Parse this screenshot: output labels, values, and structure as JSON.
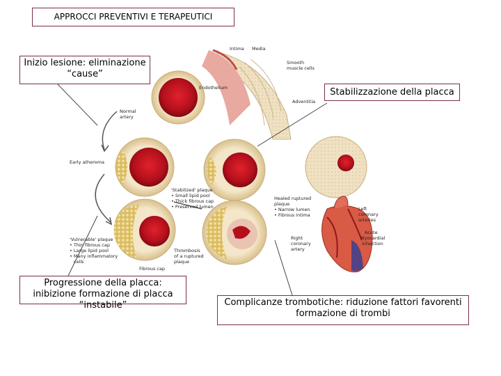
{
  "title": "APPROCCI PREVENTIVI E TERAPEUTICI",
  "callouts": {
    "inizio": "Inizio lesione: eliminazione “cause”",
    "stabilizzazione": "Stabilizzazione della placca",
    "progressione": "Progressione della placca: inibizione formazione di placca “instabile”",
    "complicanze": "Complicanze trombotiche: riduzione fattori favorenti formazione di trombi"
  },
  "figure_labels": {
    "intima": "Intima",
    "media": "Media",
    "smooth": "Smooth",
    "muscle_cells": "muscle cells",
    "endothelium": "Endothelium",
    "adventitia": "Adventitia",
    "normal": "Normal",
    "artery": "artery",
    "early_atheroma": "Early atheroma",
    "stabilized": "'Stabilized' plaque",
    "small_lipid": "• Small lipid pool",
    "thick_cap": "• Thick fibrous cap",
    "preserved_lumen": "• Preserved lumen",
    "healed": "Healed ruptured",
    "plaque": "plaque",
    "narrow_lumen": "• Narrow lumen",
    "fibrous_intima": "• Fibrous intima",
    "left": "Left",
    "coronary": "coronary",
    "arteries": "arteries",
    "acute": "Acute",
    "myocardial": "Myocardial",
    "infarction": "infarction",
    "right": "Right",
    "coronary2": "coronary",
    "artery2": "artery",
    "vulnerable": "'Vulnerable' plaque",
    "thin_cap": "• Thin fibrous cap",
    "large_lipid": "• Large lipid pool",
    "many_inflam": "• Many inflammatory",
    "cells": "cells",
    "thrombosis": "Thrombosis",
    "of_ruptured": "of a ruptured",
    "plaque2": "plaque",
    "fibrous_cap": "Fibrous cap"
  },
  "colors": {
    "box_border": "#7a2d4d",
    "artery_wall": "#f1e3c4",
    "lumen": "#b4101c",
    "lipid": "#d9bf6a"
  }
}
